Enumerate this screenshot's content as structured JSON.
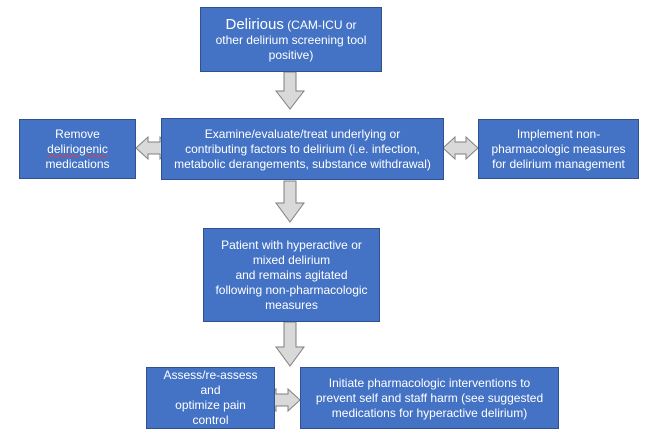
{
  "nodes": {
    "delirious": {
      "title": "Delirious",
      "line1": "(CAM-ICU or",
      "line2": "other delirium screening tool",
      "line3": "positive)"
    },
    "evaluate": {
      "line1": "Examine/evaluate/treat underlying or",
      "line2": "contributing factors to delirium (i.e. infection,",
      "line3": "metabolic derangements, substance withdrawal)"
    },
    "remove": {
      "line1": "Remove",
      "line2": "deliriogenic",
      "line3": "medications"
    },
    "implement": {
      "line1": "Implement non-",
      "line2": "pharmacologic measures",
      "line3": "for delirium management"
    },
    "hyperactive": {
      "line1": "Patient with hyperactive or",
      "line2": "mixed delirium",
      "line3": "and remains agitated",
      "line4": "following non-pharmacologic",
      "line5": "measures"
    },
    "assess": {
      "line1": "Assess/re-assess and",
      "line2": "optimize pain",
      "line3": "control"
    },
    "initiate": {
      "line1": "Initiate pharmacologic interventions to",
      "line2": "prevent self and staff harm (see suggested",
      "line3": "medications for hyperactive delirium)"
    }
  },
  "colors": {
    "box_fill": "#4472c4",
    "box_border": "#2f528f",
    "arrow_fill": "#d9d9d9",
    "arrow_stroke": "#808080",
    "text": "#ffffff"
  }
}
